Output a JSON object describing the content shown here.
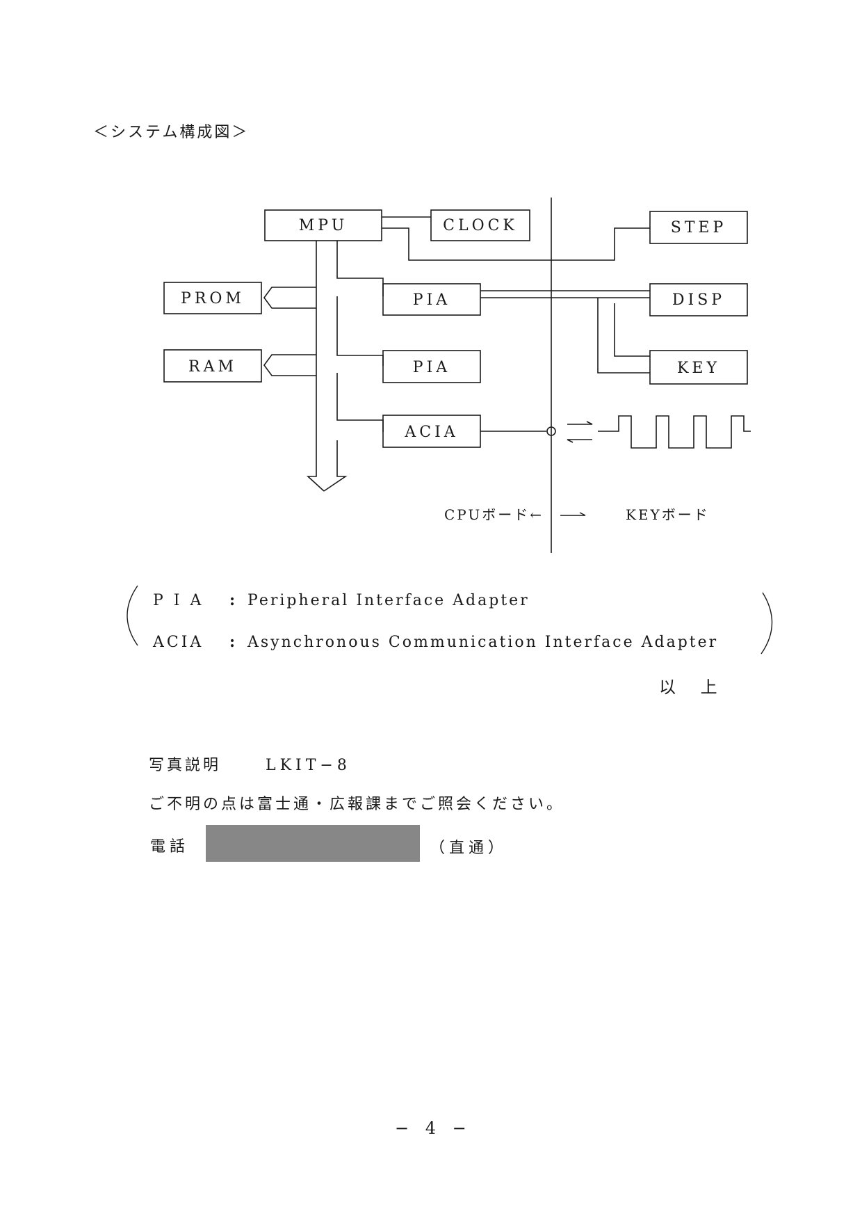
{
  "heading": "＜システム構成図＞",
  "diagram": {
    "boxes": {
      "mpu": "MPU",
      "clock": "CLOCK",
      "step": "STEP",
      "prom": "PROM",
      "pia1": "PIA",
      "disp": "DISP",
      "ram": "RAM",
      "pia2": "PIA",
      "key": "KEY",
      "acia": "ACIA"
    },
    "boards": {
      "cpu_board": "CPUボード←",
      "key_board": "KEYボード"
    }
  },
  "legend": [
    {
      "abbr": "P I A",
      "colon": ":",
      "full": "Peripheral Interface Adapter"
    },
    {
      "abbr": "ACIA",
      "colon": ":",
      "full": "Asynchronous Communication Interface Adapter"
    }
  ],
  "closing": "以 上",
  "photo_caption": {
    "label": "写真説明",
    "value": "LKIT−8"
  },
  "contact_note": "ご不明の点は富士通・広報課までご照会ください。",
  "phone": {
    "label": "電話",
    "suffix": "（直通）"
  },
  "page_number": "− 4 −"
}
